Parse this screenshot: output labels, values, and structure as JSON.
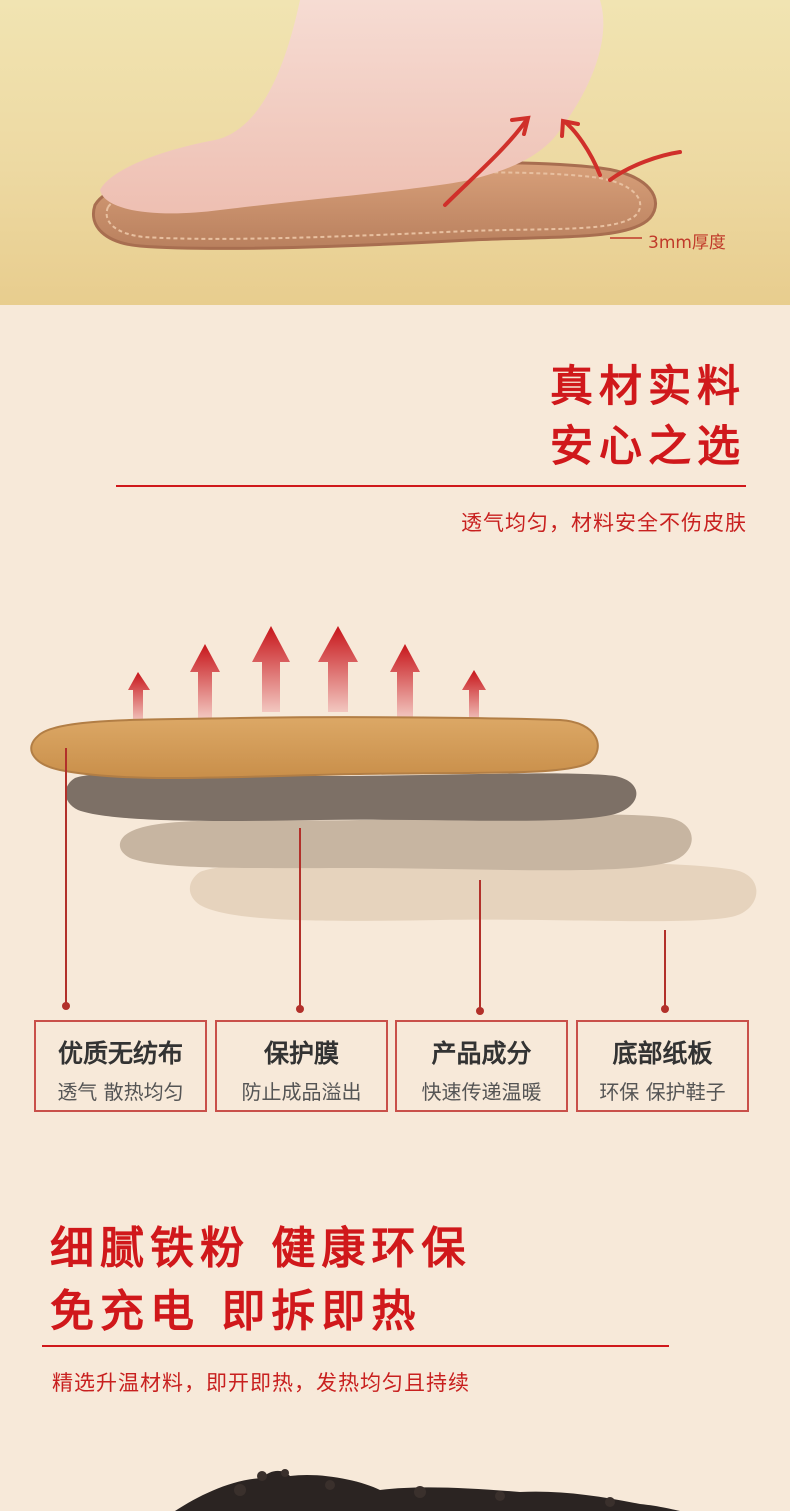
{
  "banner": {
    "thickness_label": "3mm厚度"
  },
  "section_material": {
    "title_line1": "真材实料",
    "title_line2": "安心之选",
    "subtitle": "透气均匀，材料安全不伤皮肤"
  },
  "layers": [
    {
      "title": "优质无纺布",
      "desc": "透气 散热均匀"
    },
    {
      "title": "保护膜",
      "desc": "防止成品溢出"
    },
    {
      "title": "产品成分",
      "desc": "快速传递温暖"
    },
    {
      "title": "底部纸板",
      "desc": "环保 保护鞋子"
    }
  ],
  "section_iron": {
    "title_line1": "细腻铁粉 健康环保",
    "title_line2": "免充电 即拆即热",
    "subtitle": "精选升温材料，即开即热，发热均匀且持续"
  },
  "colors": {
    "accent_red": "#d0181b",
    "background": "#f7e9d9"
  }
}
